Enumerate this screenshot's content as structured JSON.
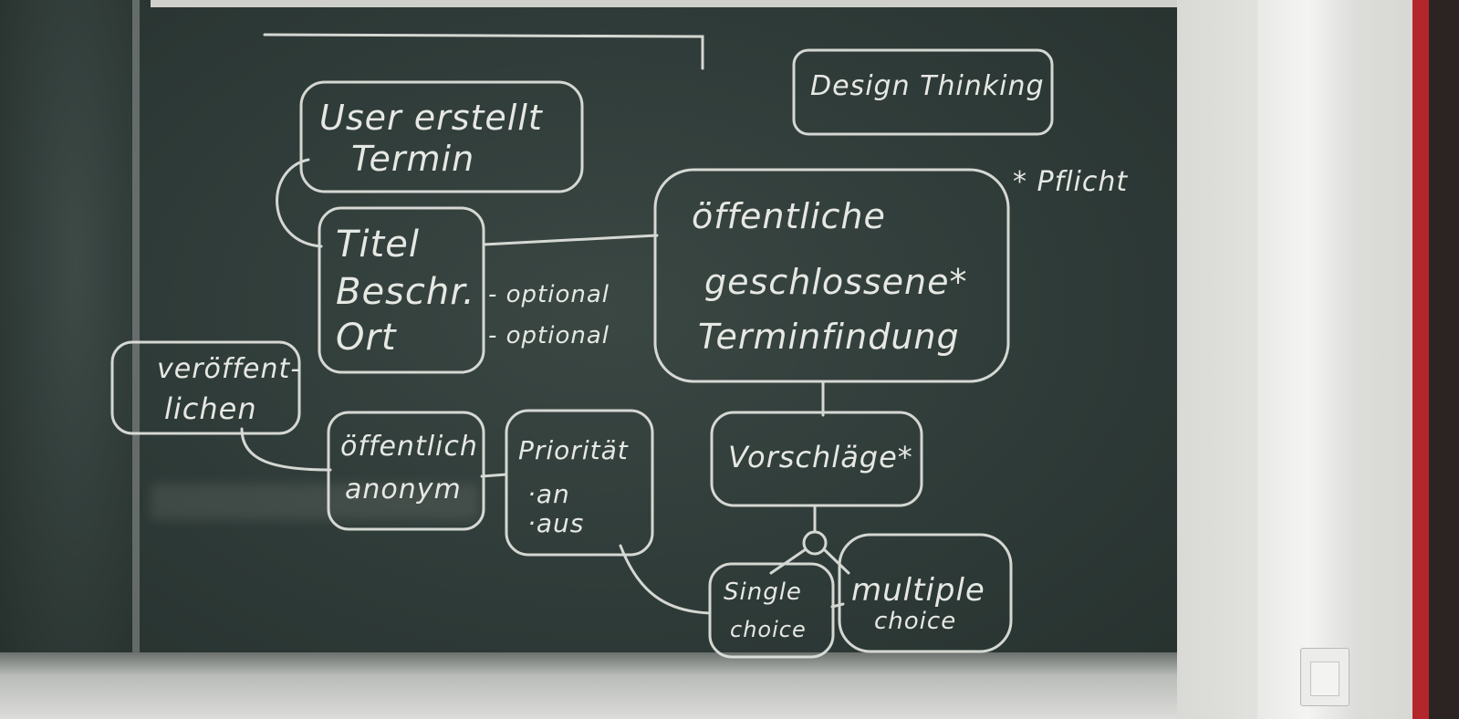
{
  "scene": "chalkboard mind map photo",
  "notes": {
    "design_thinking": "Design Thinking",
    "user_creates": "User erstellt",
    "termin": "Termin",
    "pflicht": "* Pflicht",
    "titel": "Titel",
    "beschr": "Beschr.",
    "ort": "Ort",
    "optional_1": "- optional",
    "optional_2": "- optional",
    "oeffentliche": "öffentliche",
    "geschlossene": "geschlossene*",
    "terminfindung": "Terminfindung",
    "veroeffent": "veröffent-",
    "lichen": "lichen",
    "oeffentlich": "öffentlich",
    "anonym": "anonym",
    "prioritaet": "Priorität",
    "an": "·an",
    "aus": "·aus",
    "vorschlaege": "Vorschläge*",
    "single": "Single",
    "choice_1": "choice",
    "multiple": "multiple",
    "choice_2": "choice"
  },
  "colors": {
    "chalk": "#e6e8e3",
    "board": "#33403c"
  }
}
